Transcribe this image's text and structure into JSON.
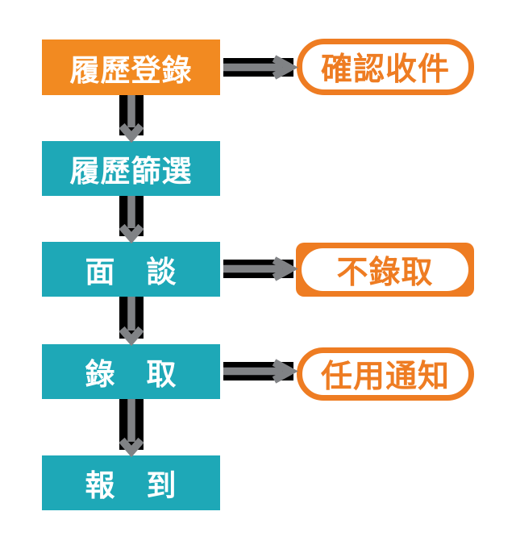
{
  "colors": {
    "orange": "#F28A21",
    "pill_orange": "#EE7C22",
    "teal": "#1EA8B7",
    "arrow_black": "#000000",
    "arrow_gray": "#808285",
    "white": "#FFFFFF"
  },
  "flow": {
    "steps": [
      {
        "id": "resume-registration",
        "label": "履歷登錄"
      },
      {
        "id": "resume-screening",
        "label": "履歷篩選"
      },
      {
        "id": "interview",
        "label": "面　談"
      },
      {
        "id": "hired",
        "label": "錄　取"
      },
      {
        "id": "onboarding",
        "label": "報　到"
      }
    ],
    "outcomes": [
      {
        "id": "confirm-receipt",
        "label": "確認收件",
        "from": "履歷登錄"
      },
      {
        "id": "not-hired",
        "label": "不錄取",
        "from": "面談"
      },
      {
        "id": "appointment-notice",
        "label": "任用通知",
        "from": "錄取"
      }
    ],
    "edges": {
      "vertical": [
        {
          "from": "履歷登錄",
          "to": "履歷篩選"
        },
        {
          "from": "履歷篩選",
          "to": "面談"
        },
        {
          "from": "面談",
          "to": "錄取"
        },
        {
          "from": "錄取",
          "to": "報到"
        }
      ],
      "horizontal": [
        {
          "from": "履歷登錄",
          "to": "確認收件"
        },
        {
          "from": "面談",
          "to": "不錄取"
        },
        {
          "from": "錄取",
          "to": "任用通知"
        }
      ]
    }
  }
}
